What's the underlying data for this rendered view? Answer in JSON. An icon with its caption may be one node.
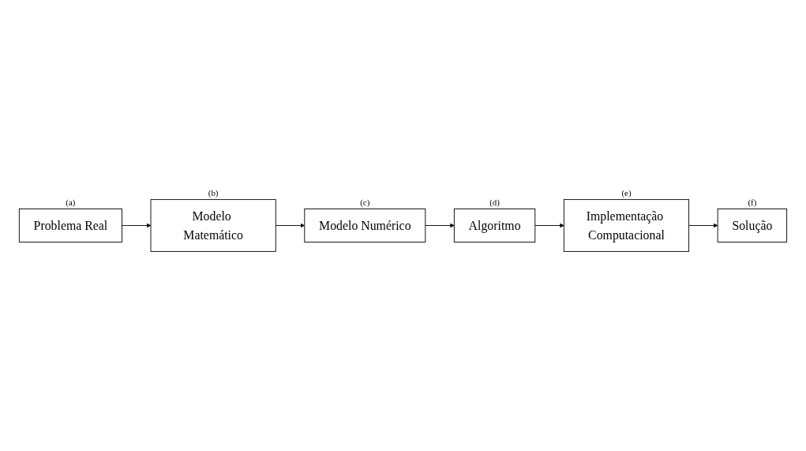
{
  "diagram": {
    "nodes": [
      {
        "text": [
          "Problema Real"
        ],
        "beside": [
          "(a)"
        ]
      },
      {
        "text": [
          "Modelo Matemático"
        ],
        "beside": [
          "(b)"
        ]
      },
      {
        "text": [
          "Modelo Numérico"
        ],
        "beside": [
          "(c)"
        ]
      },
      {
        "text": [
          "Algoritmo"
        ],
        "beside": [
          "(d)"
        ]
      },
      {
        "text": [
          "Implementação Computacional"
        ],
        "beside": [
          "(e)"
        ]
      },
      {
        "text": [
          "Solução"
        ],
        "beside": [
          "(f)"
        ]
      }
    ],
    "edges": [
      {
        "from": 0,
        "to": 1,
        "arrow": "to"
      },
      {
        "from": 1,
        "to": 2,
        "arrow": "to"
      },
      {
        "from": 2,
        "to": 3,
        "arrow": "to"
      },
      {
        "from": 3,
        "to": 4,
        "arrow": "to"
      },
      {
        "from": 4,
        "to": 5,
        "arrow": "to"
      }
    ]
  }
}
